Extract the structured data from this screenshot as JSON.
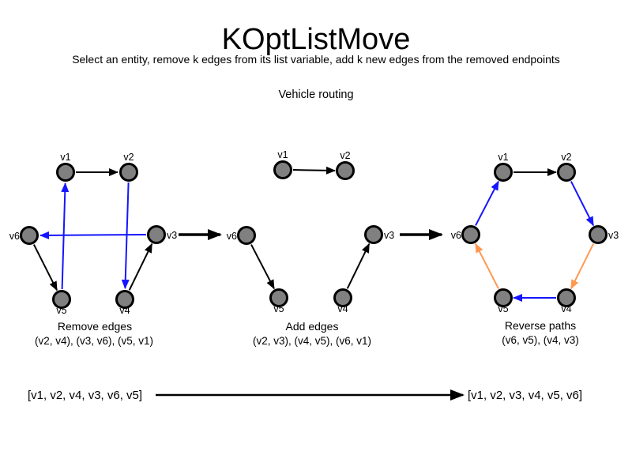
{
  "title": "KOptListMove",
  "subtitle": "Select an entity, remove k edges from its list variable, add k new edges from the removed endpoints",
  "context_label": "Vehicle routing",
  "colors": {
    "edge_black": "#000000",
    "edge_blue": "#1515ff",
    "edge_orange": "#ff9950",
    "node_fill": "#808080",
    "node_stroke": "#000000",
    "text": "#000000"
  },
  "diagrams": [
    {
      "caption": "Remove edges",
      "detail": "(v2, v4), (v3, v6), (v5, v1)",
      "nodes": [
        "v1",
        "v2",
        "v3",
        "v4",
        "v5",
        "v6"
      ],
      "edges": [
        {
          "from": "v1",
          "to": "v2",
          "color": "black"
        },
        {
          "from": "v2",
          "to": "v4",
          "color": "blue"
        },
        {
          "from": "v3",
          "to": "v6",
          "color": "blue"
        },
        {
          "from": "v5",
          "to": "v1",
          "color": "blue"
        },
        {
          "from": "v6",
          "to": "v5",
          "color": "black"
        },
        {
          "from": "v4",
          "to": "v3",
          "color": "black"
        }
      ]
    },
    {
      "caption": "Add edges",
      "detail": "(v2, v3), (v4, v5), (v6, v1)",
      "nodes": [
        "v1",
        "v2",
        "v3",
        "v4",
        "v5",
        "v6"
      ],
      "edges": [
        {
          "from": "v1",
          "to": "v2",
          "color": "black"
        },
        {
          "from": "v6",
          "to": "v5",
          "color": "black"
        },
        {
          "from": "v4",
          "to": "v3",
          "color": "black"
        }
      ]
    },
    {
      "caption": "Reverse paths",
      "detail": "(v6, v5), (v4, v3)",
      "nodes": [
        "v1",
        "v2",
        "v3",
        "v4",
        "v5",
        "v6"
      ],
      "edges": [
        {
          "from": "v6",
          "to": "v1",
          "color": "blue"
        },
        {
          "from": "v1",
          "to": "v2",
          "color": "black"
        },
        {
          "from": "v2",
          "to": "v3",
          "color": "blue"
        },
        {
          "from": "v3",
          "to": "v4",
          "color": "orange"
        },
        {
          "from": "v4",
          "to": "v5",
          "color": "blue"
        },
        {
          "from": "v5",
          "to": "v6",
          "color": "orange"
        }
      ]
    }
  ],
  "before_list": "[v1, v2, v4, v3, v6, v5]",
  "after_list": "[v1, v2, v3, v4, v5, v6]"
}
